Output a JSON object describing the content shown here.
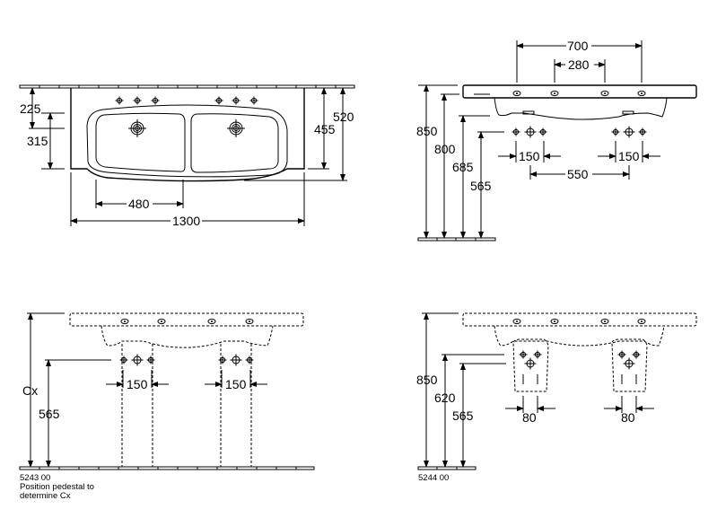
{
  "views": {
    "top_view": {
      "dims": {
        "d225": "225",
        "d315": "315",
        "d480": "480",
        "d1300": "1300",
        "d455": "455",
        "d520": "520"
      }
    },
    "front_view_wall": {
      "dims": {
        "d700": "700",
        "d280": "280",
        "d850": "850",
        "d800": "800",
        "d685": "685",
        "d565": "565",
        "d150a": "150",
        "d150b": "150",
        "d550": "550"
      }
    },
    "front_view_pedestal": {
      "dims": {
        "cx": "Cx",
        "d565": "565",
        "d150a": "150",
        "d150b": "150"
      },
      "article": "5243 00",
      "note_line1": "Position pedestal to",
      "note_line2": "determine Cx"
    },
    "front_view_semipedestal": {
      "dims": {
        "d850": "850",
        "d620": "620",
        "d565": "565",
        "d80a": "80",
        "d80b": "80"
      },
      "article": "5244 00"
    }
  },
  "colors": {
    "line": "#000000",
    "background": "#ffffff"
  }
}
